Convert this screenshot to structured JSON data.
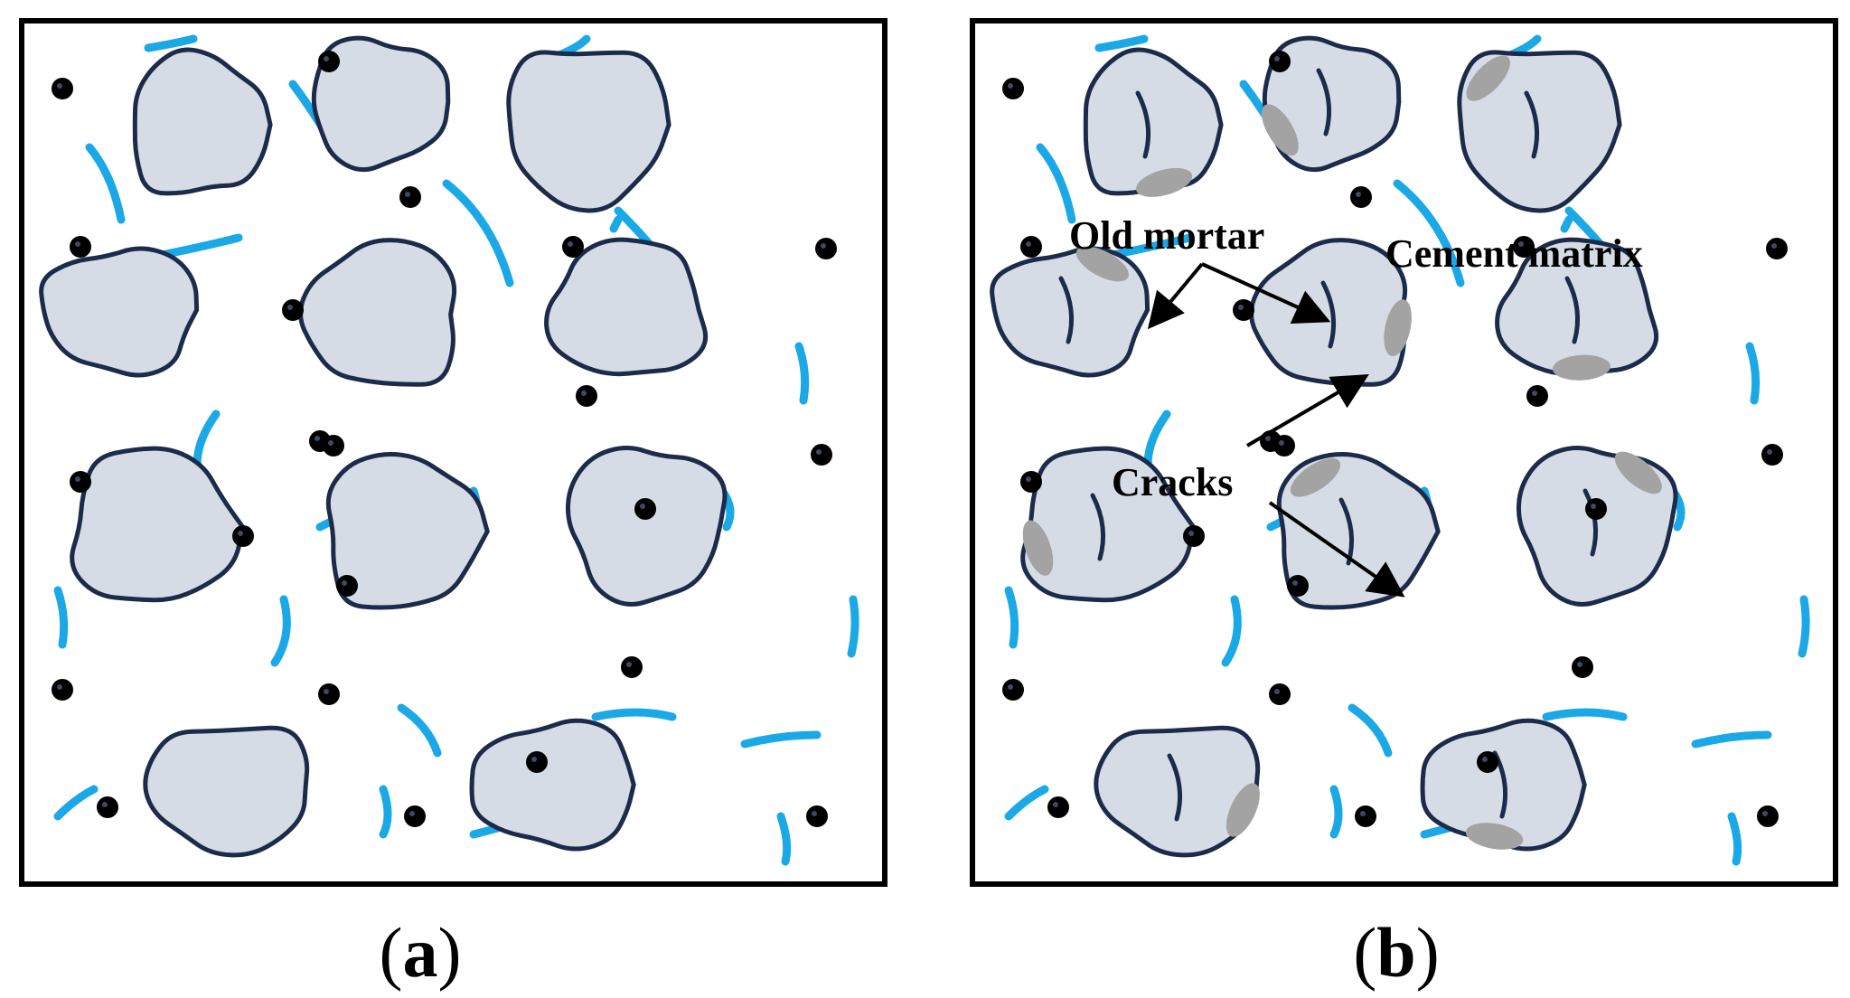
{
  "panels": [
    {
      "id": "a",
      "caption_open": "(",
      "caption_letter": "a",
      "caption_close": ")"
    },
    {
      "id": "b",
      "caption_open": "(",
      "caption_letter": "b",
      "caption_close": ")"
    }
  ],
  "annotations": {
    "old_mortar": "Old mortar",
    "cement_matrix": "Cement matrix",
    "cracks": "Cracks"
  },
  "colors": {
    "aggregate_fill": "#d6dce6",
    "aggregate_stroke": "#1c2b4a",
    "fiber": "#1aa8e6",
    "pore": "#000000",
    "old_mortar": "#a3a3a3",
    "crack": "#1c2b4a",
    "frame": "#000000"
  }
}
